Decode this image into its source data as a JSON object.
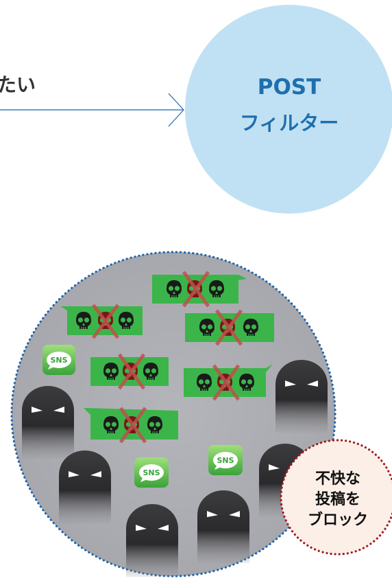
{
  "header_text": "たい",
  "filter": {
    "line1": "POST",
    "line2": "フィルター"
  },
  "sns_label": "SNS",
  "block_badge": {
    "line1": "不快な",
    "line2": "投稿を",
    "line3": "ブロック"
  },
  "colors": {
    "filter_circle": "#c0e1f3",
    "filter_text": "#1f6fae",
    "arrow": "#3f7fbd",
    "gray_circle": "#acadb2",
    "dots_blue": "#1f64aa",
    "green_bubble": "#3bb54a",
    "skull": "#1a1a1a",
    "red_skull": "#8e1b1b",
    "cross": "#c0504d",
    "badge_fill": "#fcefe8",
    "badge_dots": "#a3191c",
    "badge_text": "#111111"
  },
  "icons": {
    "skull": "skull-icon",
    "cross": "cross-mark-icon",
    "sns": "sns-chat-icon",
    "figure": "hooded-figure-icon"
  }
}
